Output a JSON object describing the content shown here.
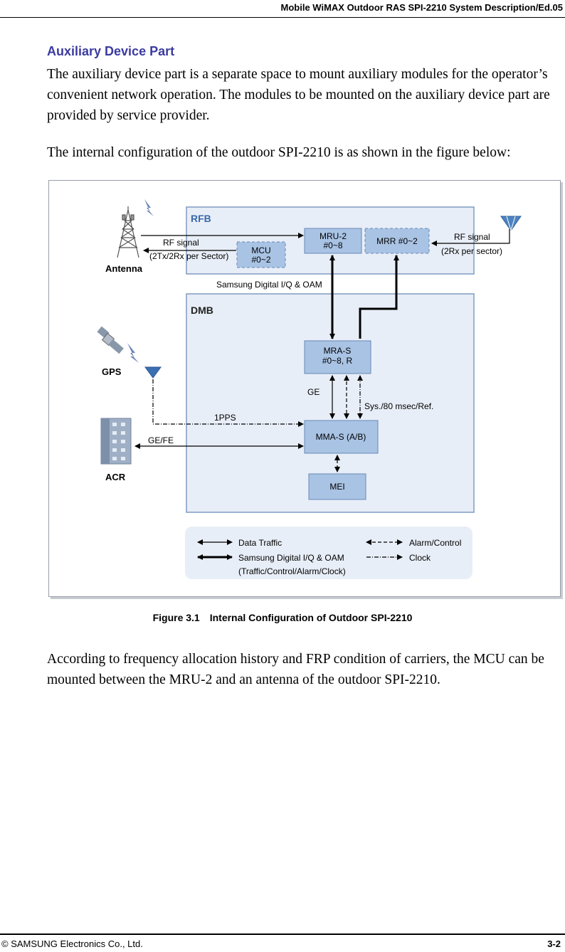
{
  "header": {
    "title": "Mobile WiMAX Outdoor RAS SPI-2210 System Description/Ed.05"
  },
  "section": {
    "title": "Auxiliary Device Part"
  },
  "paragraphs": {
    "p1": "The auxiliary device part is a separate space to mount auxiliary modules for the operator’s convenient network operation. The modules to be mounted on the auxiliary device part are provided by service provider.",
    "p2": "The internal configuration of the outdoor SPI-2210 is as shown in the figure below:",
    "p3": "According to frequency allocation history and FRP condition of carriers, the MCU can be mounted between the MRU-2 and an antenna of the outdoor SPI-2210."
  },
  "figure": {
    "rfb_label": "RFB",
    "dmb_label": "DMB",
    "mru_line1": "MRU-2",
    "mru_line2": "#0~8",
    "mrr": "MRR #0~2",
    "mcu_line1": "MCU",
    "mcu_line2": "#0~2",
    "mra_line1": "MRA-S",
    "mra_line2": "#0~8, R",
    "mma": "MMA-S (A/B)",
    "mei": "MEI",
    "antenna": "Antenna",
    "gps": "GPS",
    "acr": "ACR",
    "rf_signal_left": "RF signal",
    "rf_left_sub": "(2Tx/2Rx per Sector)",
    "rf_signal_right": "RF signal",
    "rf_right_sub": "(2Rx per sector)",
    "samsung_iq": "Samsung Digital I/Q & OAM",
    "ge": "GE",
    "sys_ref": "Sys./80 msec/Ref.",
    "pps": "1PPS",
    "gefe": "GE/FE",
    "legend": {
      "data_traffic": "Data Traffic",
      "samsung_iq": "Samsung Digital I/Q & OAM",
      "samsung_iq_sub": "(Traffic/Control/Alarm/Clock)",
      "alarm_control": "Alarm/Control",
      "clock": "Clock"
    },
    "caption_num": "Figure 3.1",
    "caption_text": "Internal Configuration of Outdoor SPI-2210"
  },
  "footer": {
    "left": "© SAMSUNG Electronics Co., Ltd.",
    "right": "3-2"
  }
}
